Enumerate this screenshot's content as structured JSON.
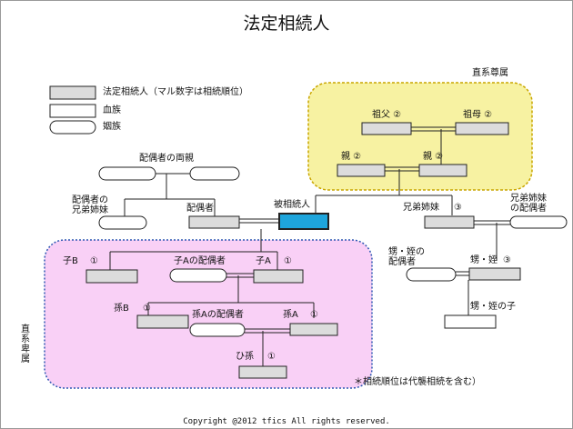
{
  "title": "法定相続人",
  "legend": {
    "heir": "法定相続人（マル数字は相続順位）",
    "blood": "血族",
    "marriage": "姻族"
  },
  "groups": {
    "ascendants": "直系尊属",
    "descendants": "直系卑属"
  },
  "labels": {
    "spouse_parents": "配偶者の両親",
    "spouse_siblings": "配偶者の\n兄弟姉妹",
    "spouse": "配偶者",
    "decedent": "被相続人",
    "grandfather": "祖父 ②",
    "grandmother": "祖母 ②",
    "father": "親 ②",
    "mother": "親 ②",
    "siblings": "兄弟姉妹",
    "siblings_rank": "③",
    "siblings_spouse": "兄弟姉妹\nの配偶者",
    "niece_spouse": "甥・姪の\n配偶者",
    "niece": "甥・姪",
    "niece_rank": "③",
    "niece_child": "甥・姪の子",
    "child_b": "子B",
    "child_b_rank": "①",
    "child_a_spouse": "子Aの配偶者",
    "child_a": "子A",
    "child_a_rank": "①",
    "grandchild_b": "孫B",
    "grandchild_b_rank": "①",
    "grandchild_a_spouse": "孫Aの配偶者",
    "grandchild_a": "孫A",
    "grandchild_a_rank": "①",
    "great_grandchild": "ひ孫",
    "great_grandchild_rank": "①"
  },
  "note": "＊相続順位は代襲相続を含む）",
  "copyright": "Copyright @2012 tfics All rights reserved.",
  "colors": {
    "heir_fill": "#dcdcdc",
    "decedent_fill": "#1ea5dc",
    "ascendant_area": "#f7f2a2",
    "ascendant_border": "#c9a600",
    "descendant_area": "#f9d0f6",
    "descendant_border": "#2f57b3"
  }
}
